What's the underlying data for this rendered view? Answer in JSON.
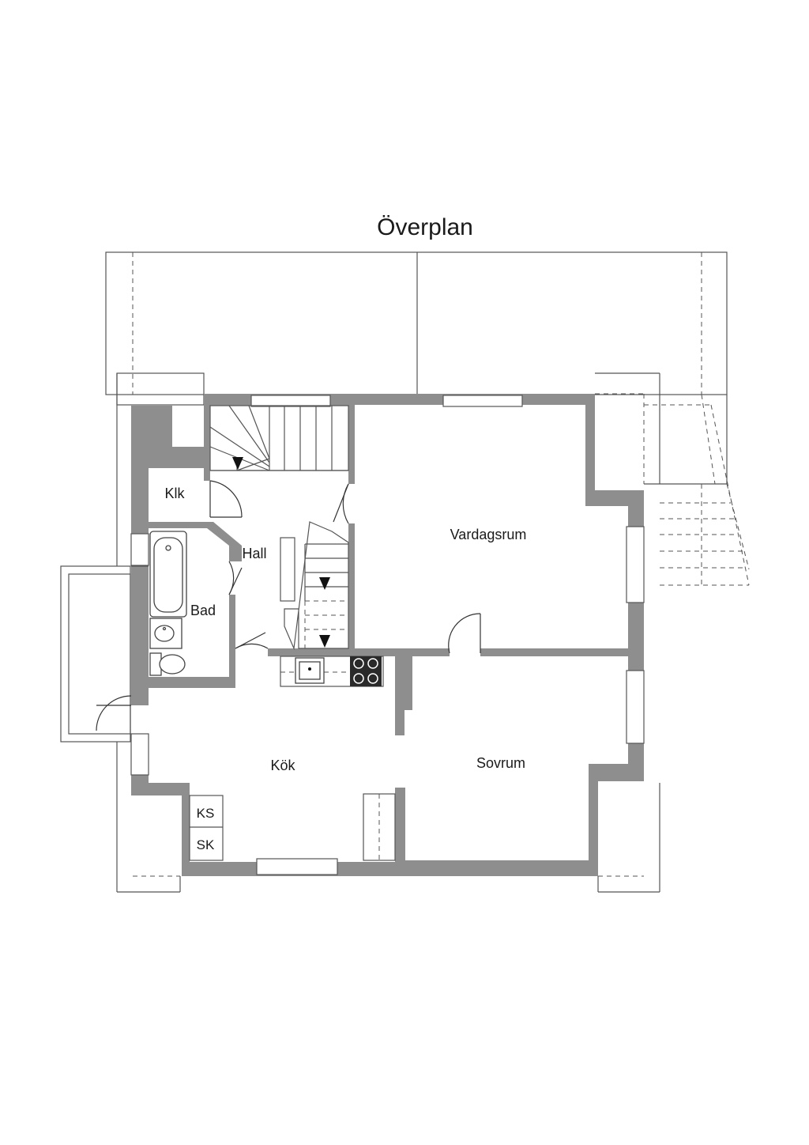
{
  "title": "Överplan",
  "rooms": {
    "klk": "Klk",
    "hall": "Hall",
    "bad": "Bad",
    "vardagsrum": "Vardagsrum",
    "kok": "Kök",
    "sovrum": "Sovrum",
    "ks": "KS",
    "sk": "SK"
  },
  "colors": {
    "wall": "#8e8e8e",
    "line": "#555555",
    "background": "#ffffff"
  }
}
